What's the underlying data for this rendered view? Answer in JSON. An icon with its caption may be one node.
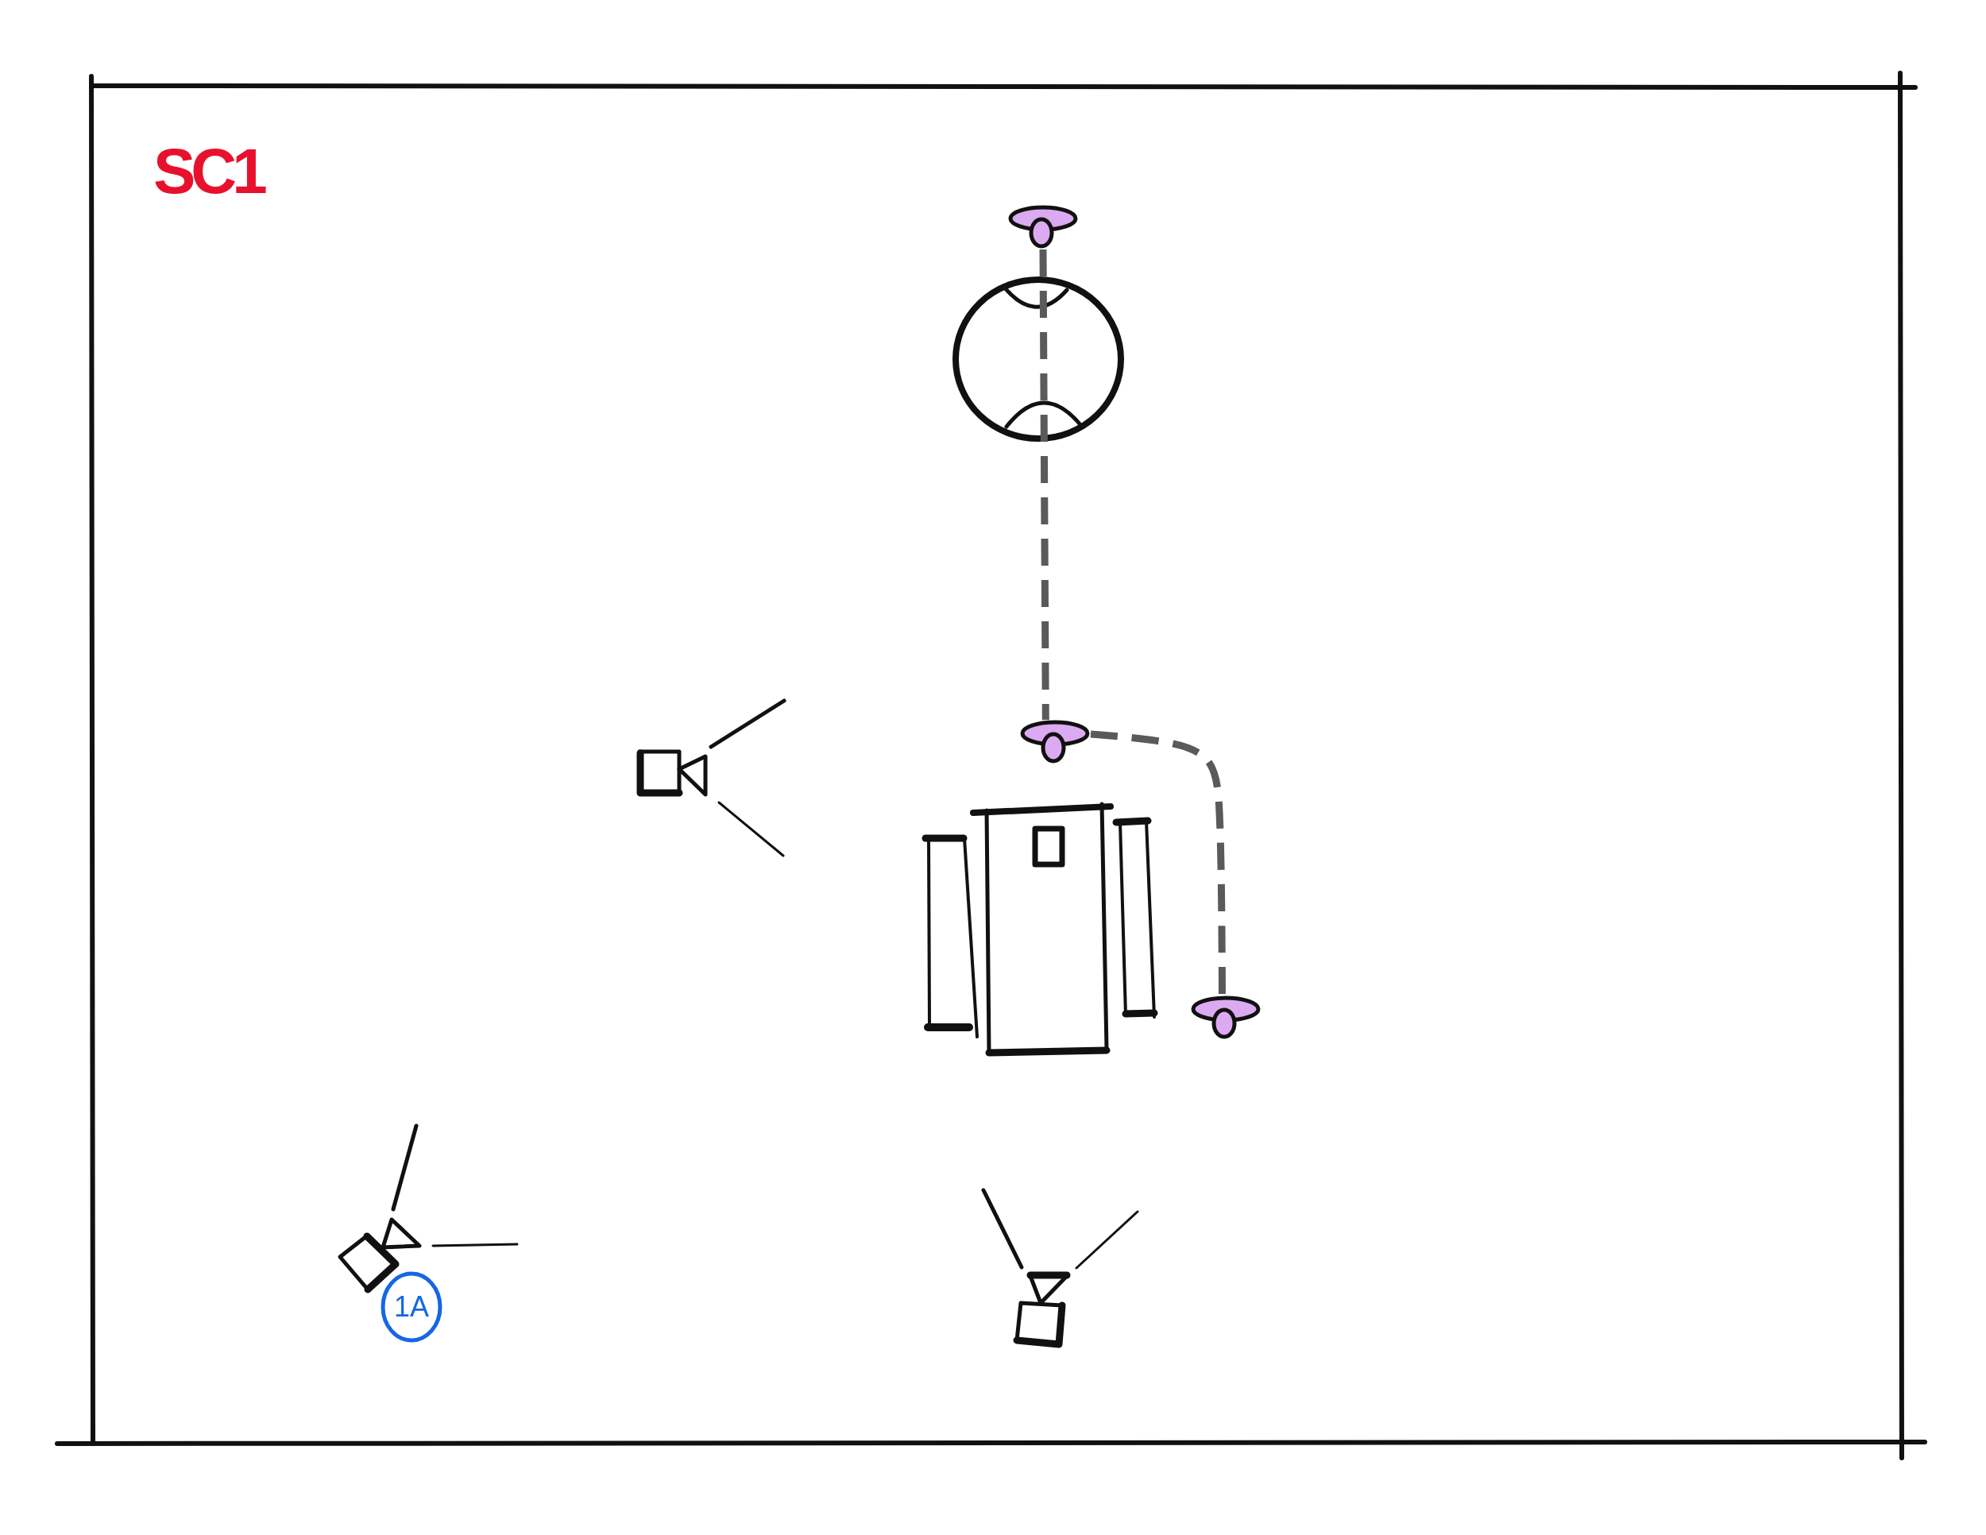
{
  "diagram": {
    "nodes": [
      {
        "text": [
          "SC1"
        ]
      },
      {
        "text": [],
        "shape": "person",
        "in": 0
      },
      {
        "text": [],
        "shape": "person",
        "in": 0
      },
      {
        "text": [],
        "shape": "person",
        "in": 0
      },
      {
        "text": [
          "1A"
        ],
        "in": 0
      }
    ],
    "edges": [
      {
        "from": 1,
        "to": 2,
        "arrow": "none",
        "style": "dashed"
      },
      {
        "from": 2,
        "to": 3,
        "arrow": "none",
        "style": "dashed"
      }
    ]
  }
}
